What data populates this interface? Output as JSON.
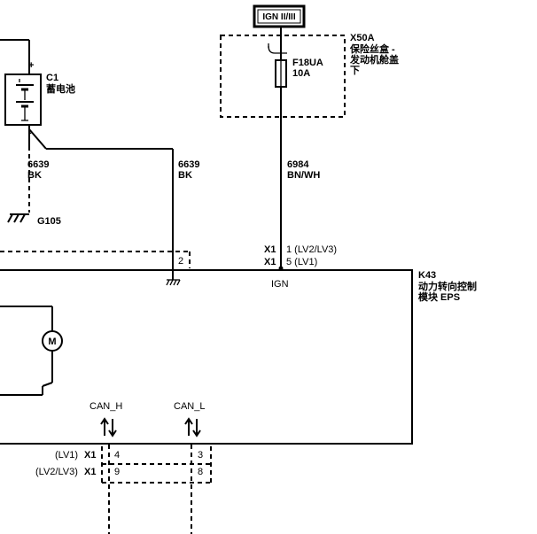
{
  "ign_source": {
    "label": "IGN II/III"
  },
  "fuse_block": {
    "code": "X50A",
    "name_line1": "保险丝盒 -",
    "name_line2": "发动机舱盖",
    "name_line3": "下"
  },
  "fuse": {
    "id": "F18UA",
    "rating": "10A"
  },
  "battery": {
    "id": "C1",
    "name": "蓄电池",
    "plus": "+",
    "minus": "-"
  },
  "ground": {
    "id": "G105"
  },
  "wires": {
    "battery_ground": {
      "circuit": "6639",
      "color": "BK"
    },
    "module_ground": {
      "circuit": "6639",
      "color": "BK"
    },
    "ign_feed": {
      "circuit": "6984",
      "color": "BN/WH"
    }
  },
  "module": {
    "id": "K43",
    "name_line1": "动力转向控制",
    "name_line2": "模块 EPS",
    "ign_pin": "IGN"
  },
  "connectors": {
    "ign_lv23_conn": "X1",
    "ign_lv23_pin": "1 (LV2/LV3)",
    "ign_lv1_conn": "X1",
    "ign_lv1_pin": "5 (LV1)",
    "ground_pin": "2"
  },
  "motor": {
    "symbol": "M"
  },
  "can": {
    "high_label": "CAN_H",
    "low_label": "CAN_L",
    "lv1_variant": "(LV1)",
    "lv23_variant": "(LV2/LV3)",
    "conn_lv1": "X1",
    "conn_lv23": "X1",
    "h_pin_lv1": "4",
    "h_pin_lv23": "9",
    "l_pin_lv1": "3",
    "l_pin_lv23": "8"
  }
}
